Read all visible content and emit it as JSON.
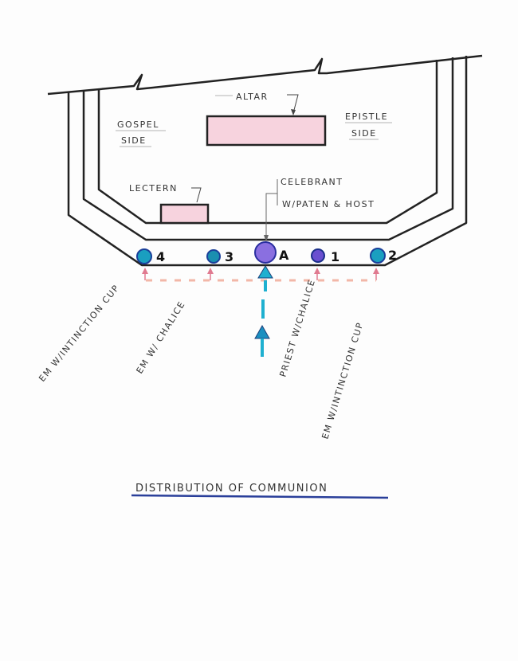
{
  "title": "DISTRIBUTION OF COMMUNION",
  "labels": {
    "altar": "ALTAR",
    "gospel": "GOSPEL",
    "gospel_side": "SIDE",
    "epistle": "EPISTLE",
    "epistle_side": "SIDE",
    "lectern": "LECTERN",
    "celebrant": "CELEBRANT",
    "celebrant_detail": "W/PATEN & HOST"
  },
  "stations": [
    {
      "id": "4",
      "role": "EM W/INTINCTION CUP",
      "color": "#1a9fc0"
    },
    {
      "id": "3",
      "role": "EM W/ CHALICE",
      "color": "#1a8fb0"
    },
    {
      "id": "A",
      "role": "",
      "color": "#8a6fe0"
    },
    {
      "id": "1",
      "role": "PRIEST W/CHALICE",
      "color": "#6a4fd0"
    },
    {
      "id": "2",
      "role": "EM W/INTINCTION CUP",
      "color": "#1a9fc0"
    }
  ],
  "colors": {
    "furniture": "#f4c6d4",
    "arrows": "#e07a90",
    "flow": "#1fb0d0",
    "underline": "#2a3f9a"
  }
}
